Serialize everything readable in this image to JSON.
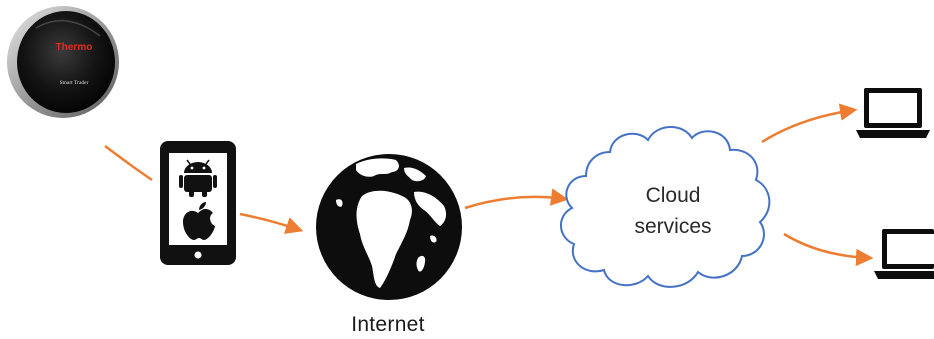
{
  "colors": {
    "arrow": "#ed7d31",
    "cloud_stroke": "#4472c4",
    "icon": "#0d0d0d"
  },
  "devices": {
    "thermostat": {
      "icon": "thermostat-device-icon",
      "brand_text": "Thermo",
      "model_text": "Smart Trader"
    },
    "phone": {
      "icon": "smartphone-icon",
      "platform_icons": [
        "android-icon",
        "apple-icon"
      ]
    },
    "internet": {
      "icon": "globe-icon",
      "label": "Internet"
    },
    "cloud": {
      "icon": "cloud-icon",
      "label_line1": "Cloud",
      "label_line2": "services"
    },
    "laptops": [
      {
        "icon": "laptop-icon"
      },
      {
        "icon": "laptop-icon"
      }
    ]
  }
}
